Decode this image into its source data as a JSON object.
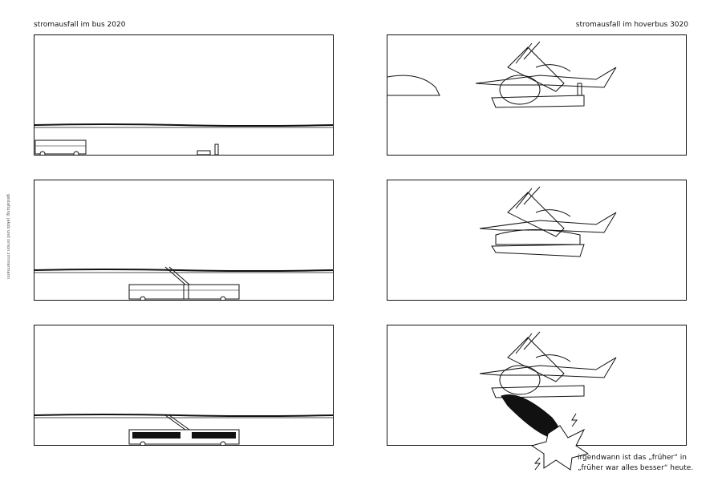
{
  "left_title": "stromausfall im bus 2020",
  "right_title": "stromausfall im hoverbus 3020",
  "credit": "gestaltung: jakob und simon zimmermann",
  "caption": {
    "line1": "irgendwann ist das „früher“ in",
    "line2": "„früher war alles besser“ heute."
  }
}
